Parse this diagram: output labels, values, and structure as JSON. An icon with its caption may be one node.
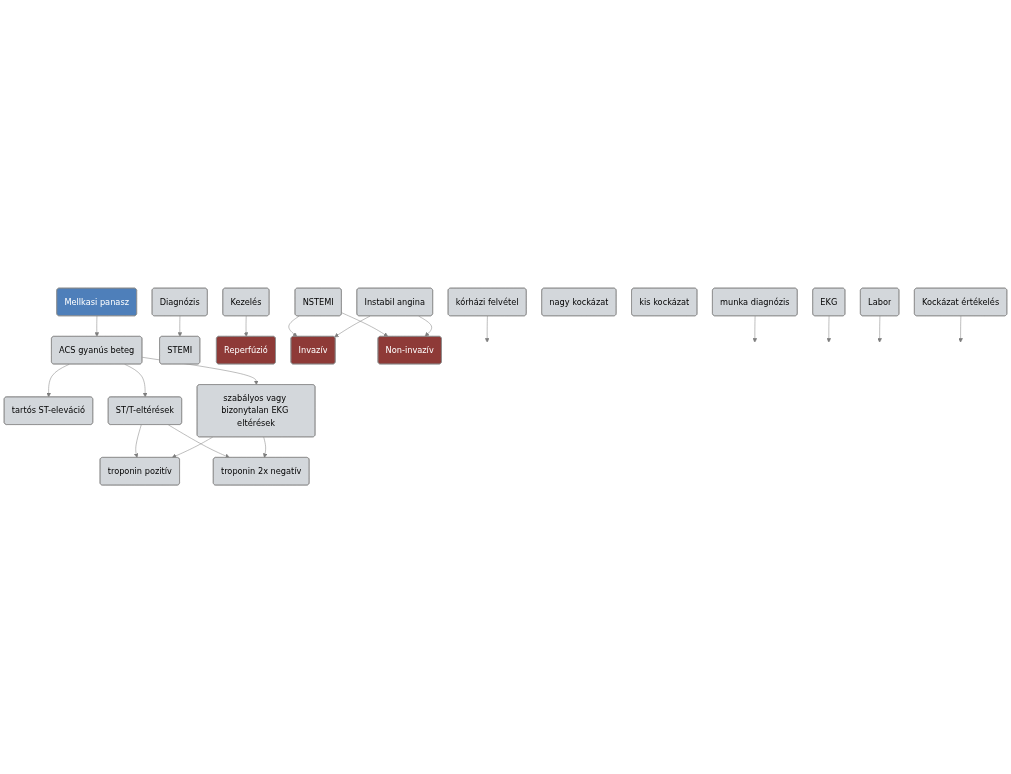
{
  "diagram": {
    "nodes": [
      {
        "text": [
          "kórházi felvétel"
        ]
      },
      {
        "text": [
          "Mellkasi panasz"
        ]
      },
      {
        "text": [
          "munka diagnózis"
        ]
      },
      {
        "text": [
          "ACS gyanús beteg"
        ]
      },
      {
        "text": [
          "EKG"
        ]
      },
      {
        "text": [
          "tartós ST-eleváció"
        ]
      },
      {
        "text": [
          "ST/T-eltérések"
        ]
      },
      {
        "text": [
          "szabályos vagy bizonytalan EKG eltérések"
        ]
      },
      {
        "text": [
          "Labor"
        ]
      },
      {
        "text": [
          "troponin pozitív"
        ]
      },
      {
        "text": [
          "troponin 2x negatív"
        ]
      },
      {
        "text": [
          "Kockázat értékelés"
        ]
      },
      {
        "text": [
          "nagy kockázat"
        ]
      },
      {
        "text": [
          "kis kockázat"
        ]
      },
      {
        "text": [
          "Diagnózis"
        ]
      },
      {
        "text": [
          "STEMI"
        ]
      },
      {
        "text": [
          "NSTEMI"
        ]
      },
      {
        "text": [
          "Instabil angina"
        ]
      },
      {
        "text": [
          "Kezelés"
        ]
      },
      {
        "text": [
          "Reperfúzió"
        ]
      },
      {
        "text": [
          "Invazív"
        ]
      },
      {
        "text": [
          "Non-invazív"
        ]
      }
    ],
    "edges": [
      {
        "from": 0,
        "to": null,
        "arrow": "to"
      },
      {
        "from": 1,
        "to": 3,
        "arrow": "to"
      },
      {
        "from": 2,
        "to": null,
        "arrow": "to"
      },
      {
        "from": 3,
        "to": 5,
        "arrow": "to"
      },
      {
        "from": 3,
        "to": 6,
        "arrow": "to"
      },
      {
        "from": 3,
        "to": 7,
        "arrow": "to"
      },
      {
        "from": 4,
        "to": null,
        "arrow": "to"
      },
      {
        "from": 6,
        "to": 9,
        "arrow": "to"
      },
      {
        "from": 6,
        "to": 10,
        "arrow": "to"
      },
      {
        "from": 7,
        "to": 9,
        "arrow": "to"
      },
      {
        "from": 7,
        "to": 10,
        "arrow": "to"
      },
      {
        "from": 8,
        "to": null,
        "arrow": "to"
      },
      {
        "from": 11,
        "to": null,
        "arrow": "to"
      },
      {
        "from": 14,
        "to": 15,
        "arrow": "to"
      },
      {
        "from": 16,
        "to": 20,
        "arrow": "to"
      },
      {
        "from": 16,
        "to": 21,
        "arrow": "to"
      },
      {
        "from": 17,
        "to": 20,
        "arrow": "to"
      },
      {
        "from": 17,
        "to": 21,
        "arrow": "to"
      },
      {
        "from": 18,
        "to": 19,
        "arrow": "to"
      }
    ]
  }
}
